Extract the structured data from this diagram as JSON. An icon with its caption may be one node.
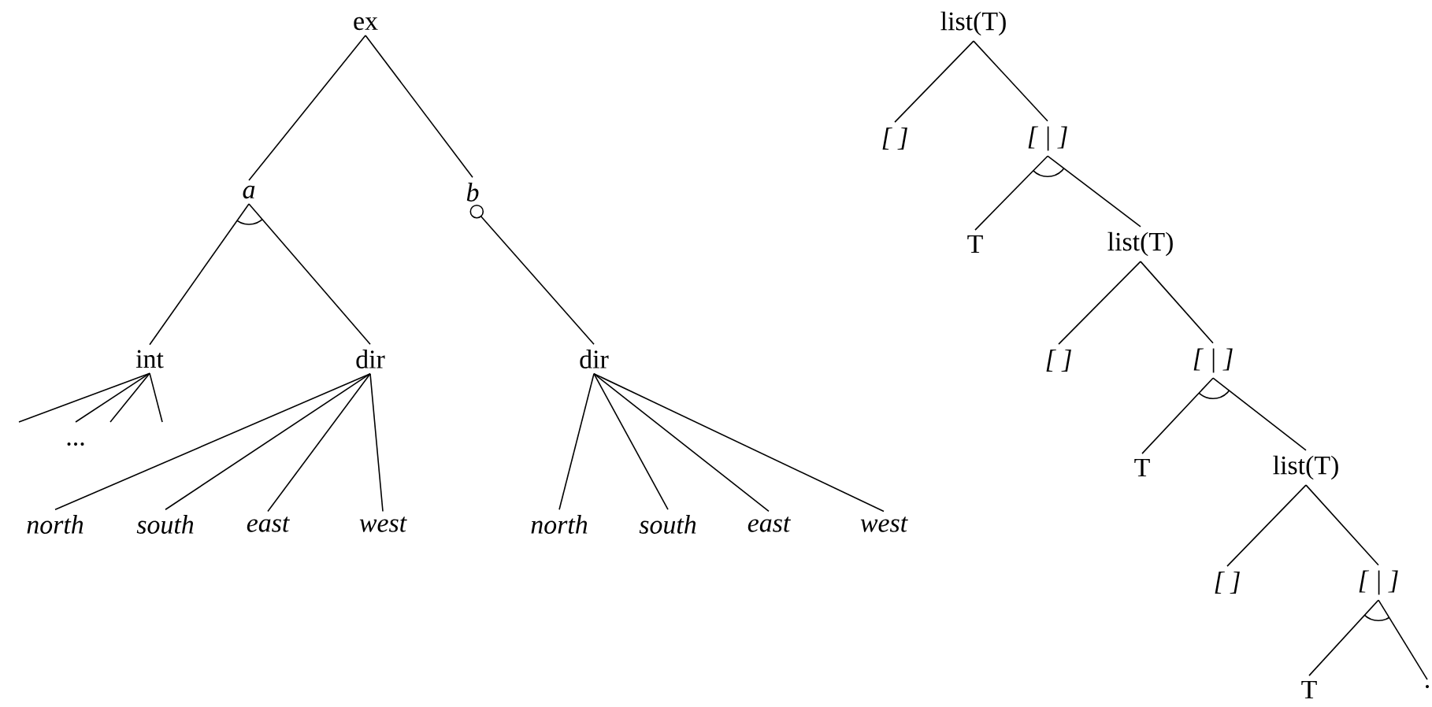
{
  "diagram": {
    "nodes": [
      {
        "text": [
          "ex"
        ]
      },
      {
        "text": [
          "a"
        ]
      },
      {
        "text": [
          "b"
        ]
      },
      {
        "text": [
          "int"
        ]
      },
      {
        "text": [
          "dir"
        ]
      },
      {
        "text": [
          "dir"
        ]
      },
      {
        "text": [
          "north"
        ]
      },
      {
        "text": [
          "south"
        ]
      },
      {
        "text": [
          "east"
        ]
      },
      {
        "text": [
          "west"
        ]
      },
      {
        "text": [
          "north"
        ]
      },
      {
        "text": [
          "south"
        ]
      },
      {
        "text": [
          "east"
        ]
      },
      {
        "text": [
          "west"
        ]
      },
      {
        "text": [
          "list(T)"
        ]
      },
      {
        "text": [
          "[ ]"
        ]
      },
      {
        "text": [
          "[ | ]"
        ]
      },
      {
        "text": [
          "T"
        ]
      },
      {
        "text": [
          "list(T)"
        ]
      },
      {
        "text": [
          "[ ]"
        ]
      },
      {
        "text": [
          "[ | ]"
        ]
      },
      {
        "text": [
          "T"
        ]
      },
      {
        "text": [
          "list(T)"
        ]
      },
      {
        "text": [
          "[ ]"
        ]
      },
      {
        "text": [
          "[ | ]"
        ]
      },
      {
        "text": [
          "T"
        ]
      },
      {
        "text": [
          "."
        ]
      }
    ],
    "edges": [
      {
        "from": 0,
        "to": 1,
        "arrow": "none"
      },
      {
        "from": 0,
        "to": 2,
        "arrow": "none"
      },
      {
        "from": 1,
        "to": 3,
        "arrow": "none"
      },
      {
        "from": 1,
        "to": 4,
        "arrow": "none"
      },
      {
        "from": 2,
        "to": 5,
        "arrow": "other"
      },
      {
        "from": 3,
        "to": null,
        "arrow": "none"
      },
      {
        "from": 3,
        "to": null,
        "arrow": "none"
      },
      {
        "from": 3,
        "to": null,
        "arrow": "none"
      },
      {
        "from": 3,
        "to": null,
        "arrow": "none"
      },
      {
        "from": 4,
        "to": 6,
        "arrow": "none"
      },
      {
        "from": 4,
        "to": 7,
        "arrow": "none"
      },
      {
        "from": 4,
        "to": 8,
        "arrow": "none"
      },
      {
        "from": 4,
        "to": 9,
        "arrow": "none"
      },
      {
        "from": 5,
        "to": 10,
        "arrow": "none"
      },
      {
        "from": 5,
        "to": 11,
        "arrow": "none"
      },
      {
        "from": 5,
        "to": 12,
        "arrow": "none"
      },
      {
        "from": 5,
        "to": 13,
        "arrow": "none"
      },
      {
        "from": 14,
        "to": 15,
        "arrow": "none"
      },
      {
        "from": 14,
        "to": 16,
        "arrow": "none"
      },
      {
        "from": 16,
        "to": 17,
        "arrow": "none"
      },
      {
        "from": 16,
        "to": 18,
        "arrow": "none"
      },
      {
        "from": 18,
        "to": 19,
        "arrow": "none"
      },
      {
        "from": 18,
        "to": 20,
        "arrow": "none"
      },
      {
        "from": 20,
        "to": 21,
        "arrow": "none"
      },
      {
        "from": 20,
        "to": 22,
        "arrow": "none"
      },
      {
        "from": 22,
        "to": 23,
        "arrow": "none"
      },
      {
        "from": 22,
        "to": 24,
        "arrow": "none"
      },
      {
        "from": 24,
        "to": 25,
        "arrow": "none"
      },
      {
        "from": 24,
        "to": 26,
        "arrow": "none"
      }
    ],
    "labels": [
      "..."
    ]
  }
}
